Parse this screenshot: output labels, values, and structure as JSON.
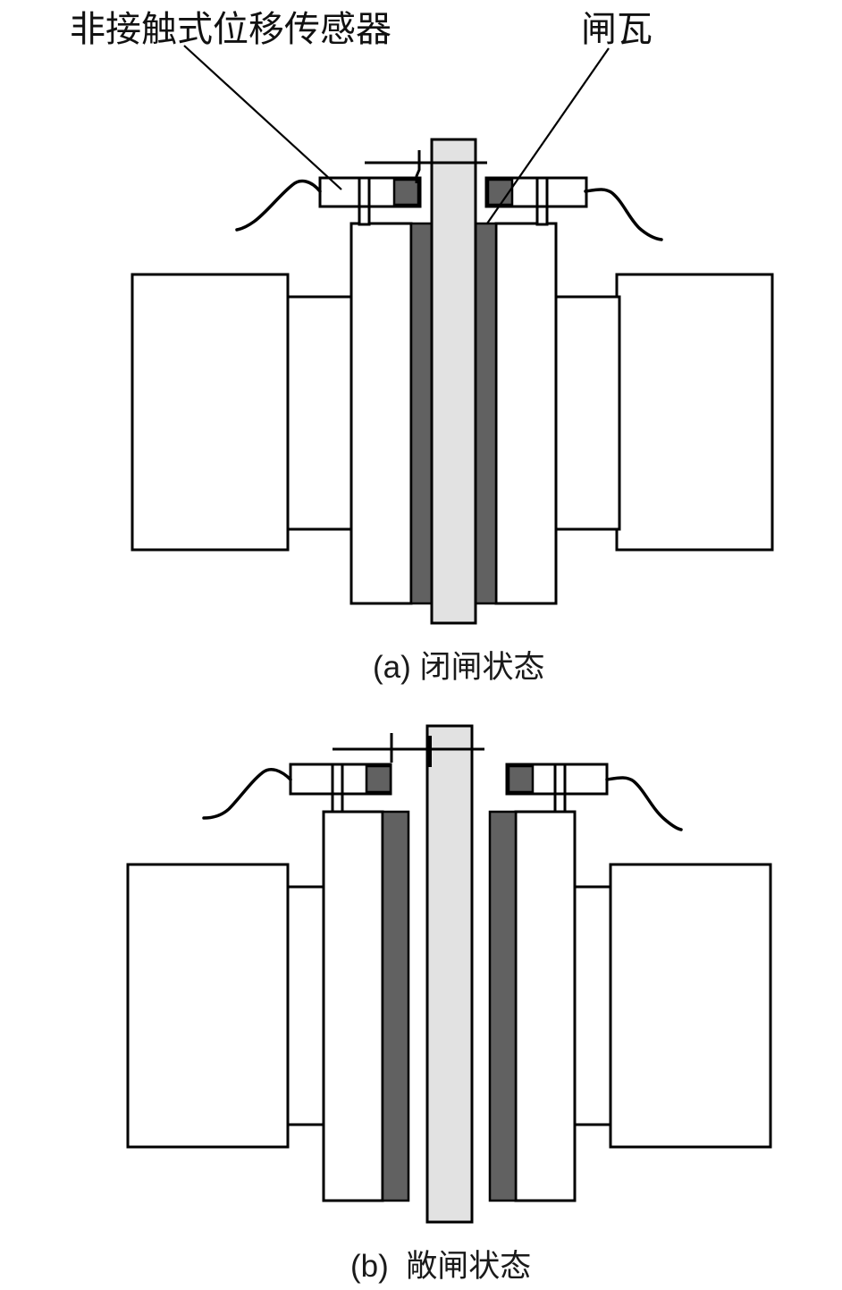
{
  "figure": {
    "annotations": {
      "sensor_label": "非接触式位移传感器",
      "brake_shoe_label": "闸瓦"
    },
    "captions": {
      "a": "(a) 闭闸状态",
      "b": "(b)  敞闸状态"
    },
    "colors": {
      "background": "#ffffff",
      "line": "#000000",
      "brake_disc": "#e2e2e2",
      "brake_shoe": "#616161"
    }
  }
}
